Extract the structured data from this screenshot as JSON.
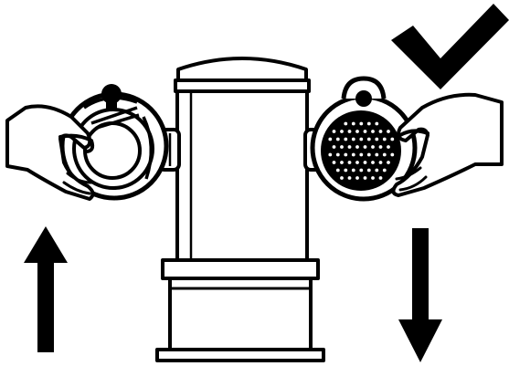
{
  "diagram": {
    "colors": {
      "ink": "#000000",
      "paper": "#ffffff"
    },
    "icons": {
      "confirm": "check-mark-icon",
      "lift": "arrow-up-icon",
      "lower": "arrow-down-icon"
    },
    "parts": {
      "left_lens": "clear-lens-cover",
      "right_lens": "perforated-filter-cover",
      "body": "cylindrical-housing"
    }
  }
}
